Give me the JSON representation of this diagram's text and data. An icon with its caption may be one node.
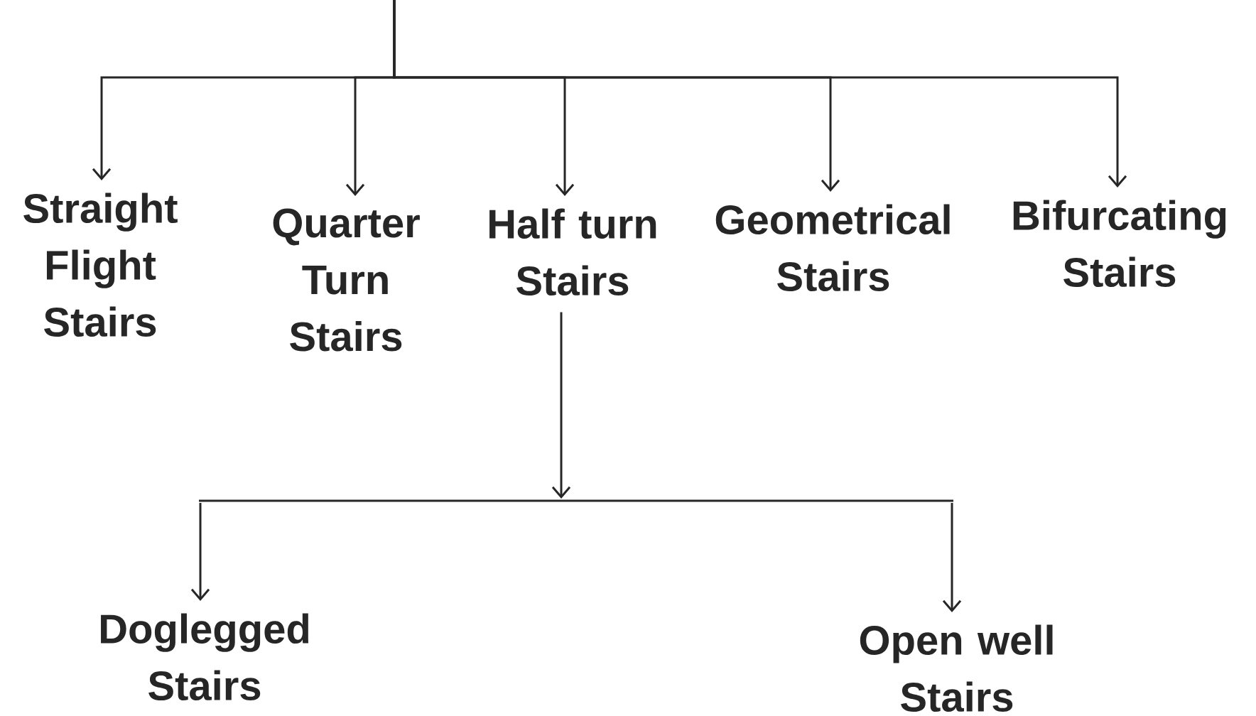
{
  "diagram": {
    "nodes": [
      {
        "text": [
          "Straight Flight Stairs"
        ]
      },
      {
        "text": [
          "Quarter Turn Stairs"
        ]
      },
      {
        "text": [
          "Half turn Stairs"
        ]
      },
      {
        "text": [
          "Geometrical Stairs"
        ]
      },
      {
        "text": [
          "Bifurcating Stairs"
        ]
      },
      {
        "text": [
          "Doglegged Stairs"
        ]
      },
      {
        "text": [
          "Open well Stairs"
        ]
      },
      {
        "text": [],
        "shape": "bar"
      }
    ],
    "edges": [
      {
        "from": null,
        "to": 0,
        "arrow": "to"
      },
      {
        "from": null,
        "to": 1,
        "arrow": "to"
      },
      {
        "from": null,
        "to": 2,
        "arrow": "to"
      },
      {
        "from": null,
        "to": 3,
        "arrow": "to"
      },
      {
        "from": null,
        "to": 4,
        "arrow": "to"
      },
      {
        "from": 2,
        "to": 7,
        "arrow": "to"
      },
      {
        "from": 7,
        "to": 5,
        "arrow": "to"
      },
      {
        "from": 7,
        "to": 6,
        "arrow": "to"
      }
    ]
  }
}
